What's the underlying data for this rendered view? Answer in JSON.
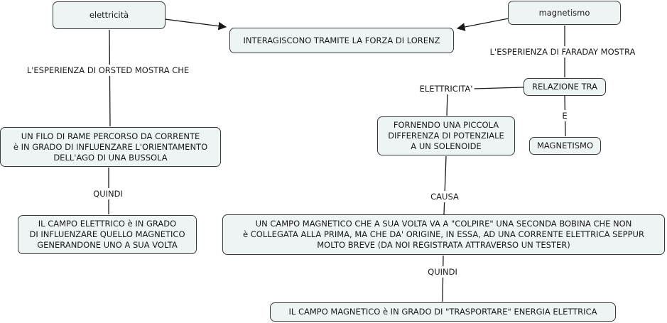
{
  "nodes": {
    "elettricita": "elettricità",
    "magnetismo": "magnetismo",
    "forza_lorenz": "INTERAGISCONO TRAMITE LA FORZA DI LORENZ",
    "relazione": "RELAZIONE TRA",
    "magnetismo_caps": "MAGNETISMO",
    "filo_rame": "UN FILO DI RAME PERCORSO DA CORRENTE\nè IN GRADO DI INFLUENZARE L'ORIENTAMENTO\nDELL'AGO DI UNA BUSSOLA",
    "solenoide": "FORNENDO UNA PICCOLA\nDIFFERENZA DI POTENZIALE\nA UN SOLENOIDE",
    "campo_elettrico": "IL CAMPO ELETTRICO è IN GRADO\nDI INFLUENZARE QUELLO MAGNETICO\nGENERANDONE UNO A SUA VOLTA",
    "campo_magnetico": "UN CAMPO MAGNETICO CHE A SUA VOLTA VA A \"COLPIRE\" UNA SECONDA BOBINA CHE NON\nè COLLEGATA ALLA PRIMA, MA CHE DA' ORIGINE, IN ESSA, AD UNA CORRENTE ELETTRICA SEPPUR\nMOLTO BREVE (DA NOI REGISTRATA ATTRAVERSO UN TESTER)",
    "trasportare": "IL CAMPO MAGNETICO è IN GRADO DI \"TRASPORTARE\" ENERGIA ELETTRICA"
  },
  "labels": {
    "orsted": "L'ESPERIENZA DI ORSTED MOSTRA CHE",
    "faraday": "L'ESPERIENZA DI FARADAY MOSTRA",
    "elettricita_apos": "ELETTRICITA'",
    "e": "E",
    "quindi_left": "QUINDI",
    "causa": "CAUSA",
    "quindi_right": "QUINDI"
  },
  "colors": {
    "node_fill": "#eef3f4",
    "node_border": "#3a3a3a",
    "line": "#1a1a1a"
  }
}
